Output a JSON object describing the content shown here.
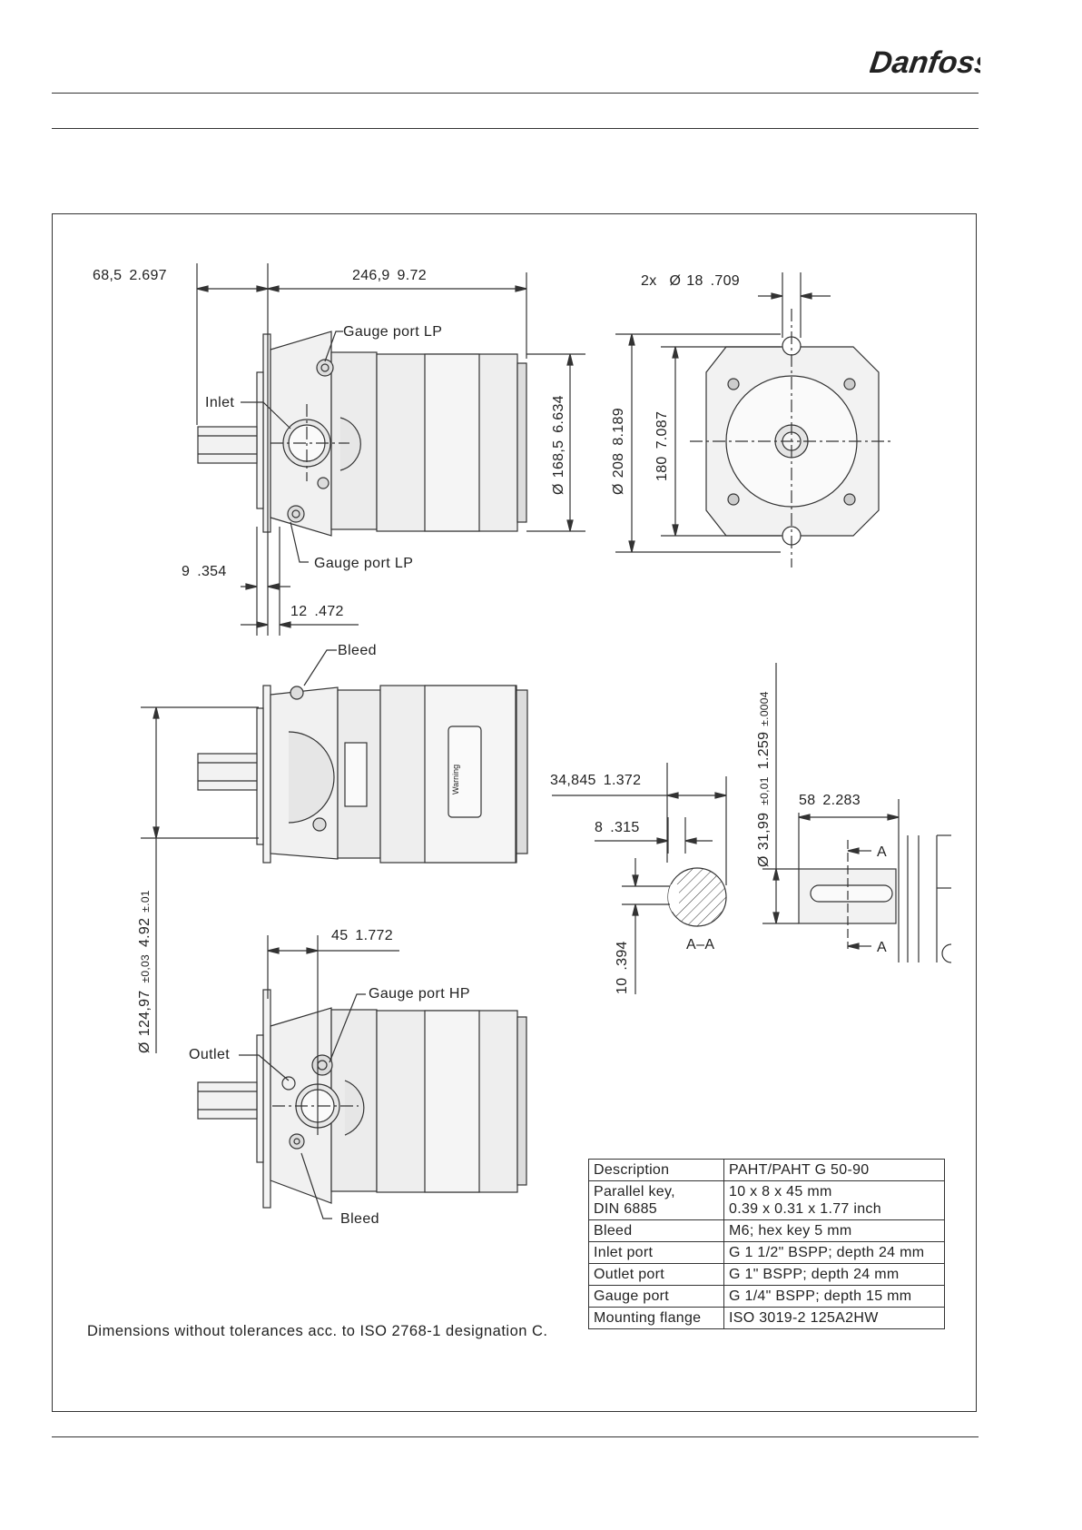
{
  "brand": {
    "name": "Danfoss",
    "color": "#e2001a"
  },
  "views": {
    "top": {
      "dim_flange": "68,5",
      "dim_flange_in": "2.697",
      "dim_length": "246,9",
      "dim_length_in": "9.72",
      "dim_hole_qty": "2x",
      "dim_hole": "18",
      "dim_hole_in": ".709",
      "dim_body": "168,5",
      "dim_body_in": "6.634",
      "dim_outer": "208",
      "dim_outer_in": "8.189",
      "dim_bolt": "180",
      "dim_bolt_in": "7.087",
      "dim_9": "9",
      "dim_9_in": ".354",
      "dim_12": "12",
      "dim_12_in": ".472",
      "label_inlet": "Inlet",
      "label_gauge_lp_top": "Gauge port LP",
      "label_gauge_lp_bottom": "Gauge port LP",
      "dim_symbol": "Ø"
    },
    "middle": {
      "label_bleed": "Bleed",
      "dim_pilot": "124,97",
      "dim_pilot_tol": "±0,03",
      "dim_pilot_in": "4.92",
      "dim_pilot_in_tol": "±.01",
      "warning": "Warning"
    },
    "shaft": {
      "dim_34": "34,845",
      "dim_34_in": "1.372",
      "dim_8": "8",
      "dim_8_in": ".315",
      "dim_10": "10",
      "dim_10_in": ".394",
      "section": "A–A",
      "dim_shaft": "31,99",
      "dim_shaft_tol": "±0,01",
      "dim_shaft_in": "1.259",
      "dim_shaft_in_tol": "±.0004",
      "dim_58": "58",
      "dim_58_in": "2.283",
      "section_mark": "A"
    },
    "bottom": {
      "dim_45": "45",
      "dim_45_in": "1.772",
      "label_gauge_hp": "Gauge port HP",
      "label_outlet": "Outlet",
      "label_bleed": "Bleed"
    }
  },
  "note": "Dimensions without tolerances acc. to ISO 2768-1 designation C.",
  "spec_table": [
    {
      "key": "Description",
      "value": "PAHT/PAHT G 50-90"
    },
    {
      "key": "Parallel key,\nDIN 6885",
      "value": "10 x 8 x 45 mm\n0.39 x 0.31 x 1.77 inch"
    },
    {
      "key": "Bleed",
      "value": "M6; hex key 5 mm"
    },
    {
      "key": "Inlet port",
      "value": "G 1 1/2\" BSPP; depth 24 mm"
    },
    {
      "key": "Outlet port",
      "value": "G 1\" BSPP; depth 24 mm"
    },
    {
      "key": "Gauge port",
      "value": "G 1/4\" BSPP; depth 15 mm"
    },
    {
      "key": "Mounting flange",
      "value": "ISO 3019-2 125A2HW"
    }
  ]
}
